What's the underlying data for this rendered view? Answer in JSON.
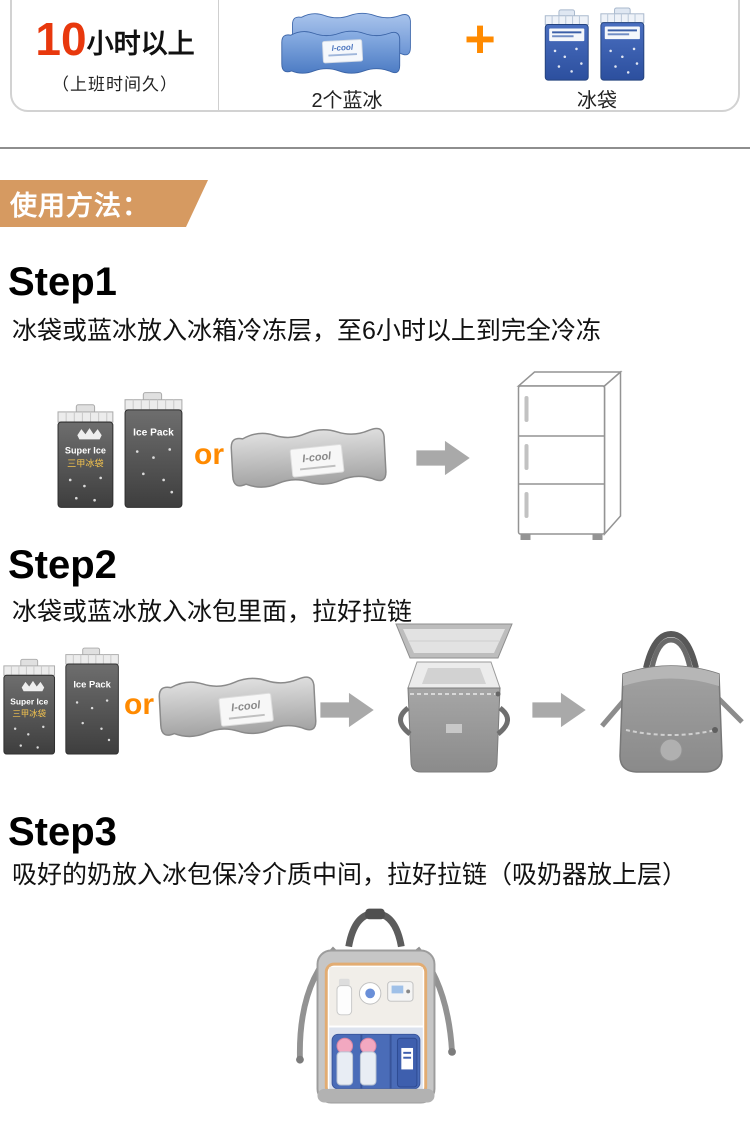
{
  "colors": {
    "accent_orange": "#ff8a00",
    "number_red": "#e8380d",
    "banner_tan": "#d69a61",
    "arrow_gray": "#a9a9a9",
    "ice_blue": "#4a6cb8"
  },
  "top_box": {
    "duration_number": "10",
    "duration_unit": "小时以上",
    "duration_note": "（上班时间久）",
    "plus_sign": "+",
    "blue_ice_caption": "2个蓝冰",
    "ice_bag_caption": "冰袋"
  },
  "banner": {
    "title": "使用方法："
  },
  "steps": {
    "step1": {
      "title": "Step1",
      "description": "冰袋或蓝冰放入冰箱冷冻层，至6小时以上到完全冷冻",
      "or_label": "or"
    },
    "step2": {
      "title": "Step2",
      "description": "冰袋或蓝冰放入冰包里面，拉好拉链",
      "or_label": "or"
    },
    "step3": {
      "title": "Step3",
      "description": "吸好的奶放入冰包保冷介质中间，拉好拉链（吸奶器放上层）"
    }
  },
  "labels": {
    "super_ice": "Super Ice",
    "cn_bag": "三甲冰袋",
    "ice_pack": "Ice Pack",
    "icool": "I-cool"
  }
}
